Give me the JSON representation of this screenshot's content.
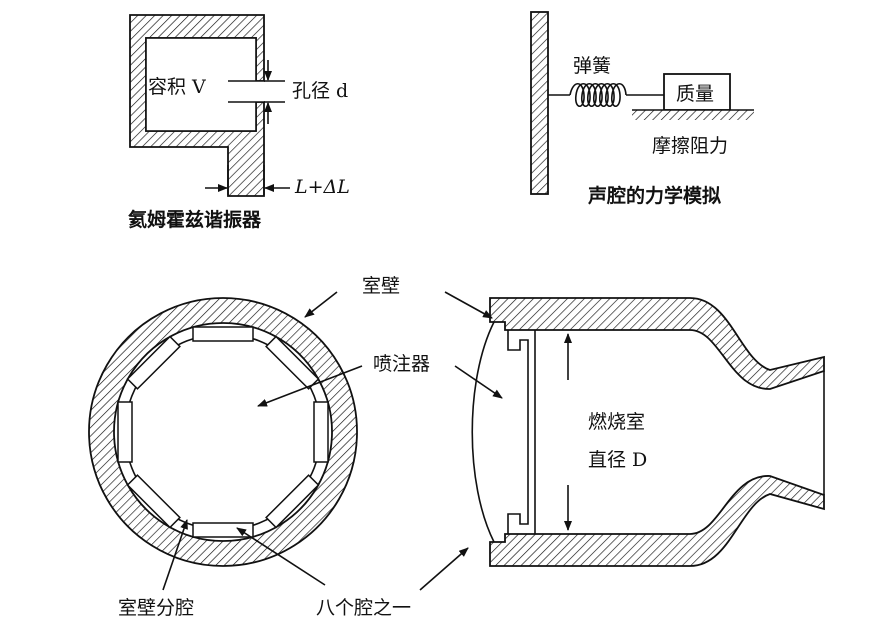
{
  "helmholtz": {
    "volume_label": "容积 V",
    "hole_label": "孔径 d",
    "length_label": "L+ΔL",
    "caption": "氦姆霍兹谐振器"
  },
  "mechanical": {
    "spring_label": "弹簧",
    "mass_label": "质量",
    "friction_label": "摩擦阻力",
    "caption": "声腔的力学模拟"
  },
  "chamber": {
    "wall_label": "室壁",
    "injector_label": "喷注器",
    "combustion_label_1": "燃烧室",
    "combustion_label_2": "直径 D",
    "partition_label": "室壁分腔",
    "cavity_label": "八个腔之一"
  }
}
